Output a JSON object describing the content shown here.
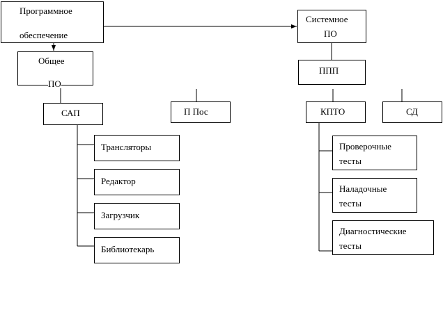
{
  "nodes": {
    "software": {
      "line1": "Программное",
      "line2": "обеспечение"
    },
    "system_po": {
      "line1": "Системное",
      "line2": "ПО"
    },
    "general_po": {
      "line1": "Общее",
      "line2": "ПО"
    },
    "ppp": "ППП",
    "sap": "САП",
    "p_pos": "П Пос",
    "kpto": "КПТО",
    "sd": "СД",
    "translators": "Трансляторы",
    "editor": "Редактор",
    "loader": "Загрузчик",
    "librarian": "Библиотекарь",
    "check_tests": {
      "line1": "Проверочные",
      "line2": "тесты"
    },
    "setup_tests": {
      "line1": "Наладочные",
      "line2": "тесты"
    },
    "diag_tests": {
      "line1": "Диагностические",
      "line2": "тесты"
    }
  }
}
